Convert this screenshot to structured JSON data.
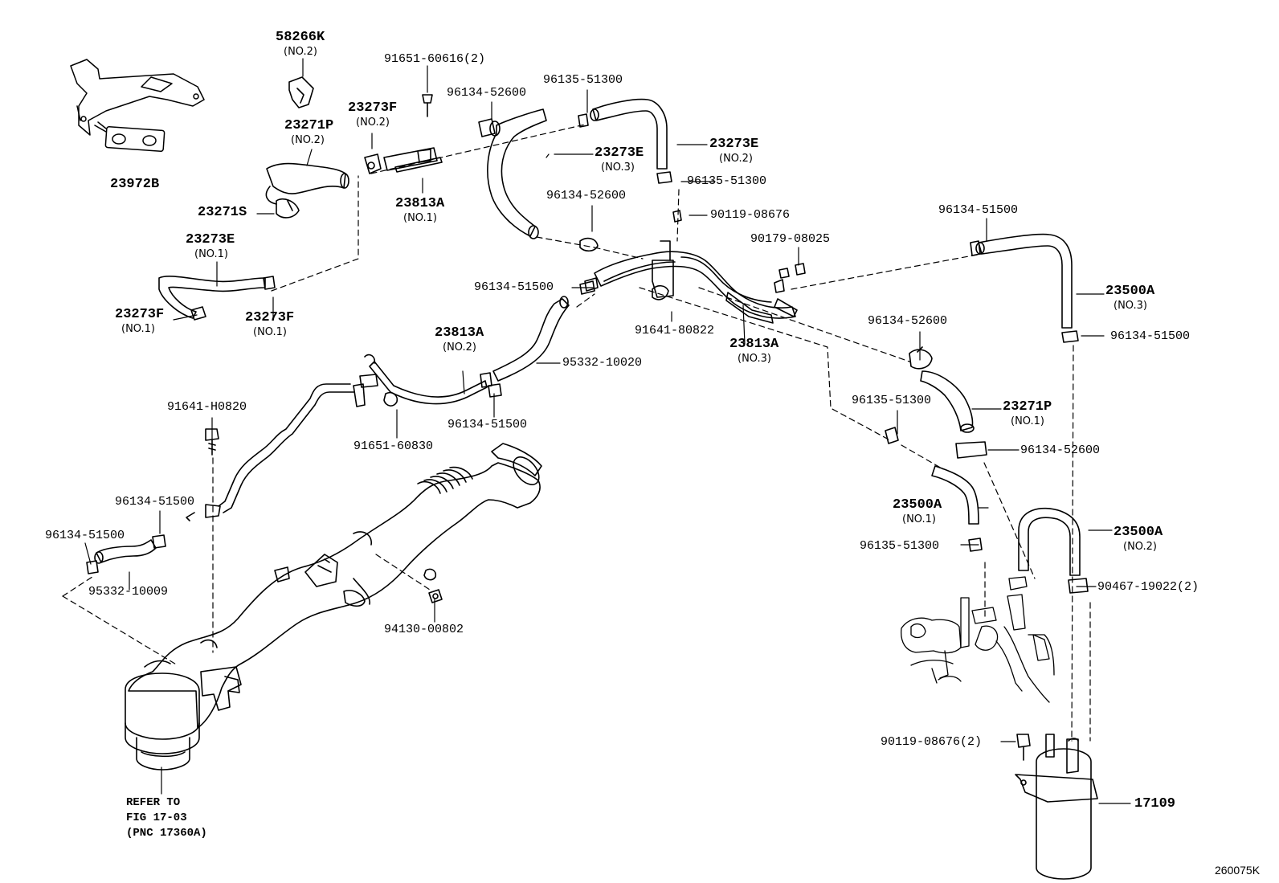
{
  "callouts": {
    "p58266K": "58266K",
    "p58266K_no": "(NO.2)",
    "p23972B": "23972B",
    "p91651_60616": "91651-60616(2)",
    "p23273F_no2": "23273F",
    "p23273F_no2_sub": "(NO.2)",
    "p23271P_no2": "23271P",
    "p23271P_no2_sub": "(NO.2)",
    "p96134_52600_a": "96134-52600",
    "p96135_51300_a": "96135-51300",
    "p23273E_no3": "23273E",
    "p23273E_no3_sub": "(NO.3)",
    "p23273E_no2": "23273E",
    "p23273E_no2_sub": "(NO.2)",
    "p96135_51300_b": "96135-51300",
    "p23813A_no1": "23813A",
    "p23813A_no1_sub": "(NO.1)",
    "p23271S": "23271S",
    "p96134_52600_b": "96134-52600",
    "p90119_08676": "90119-08676",
    "p96134_51500_a": "96134-51500",
    "p90179_08025": "90179-08025",
    "p23273E_no1": "23273E",
    "p23273E_no1_sub": "(NO.1)",
    "p96134_51500_b": "96134-51500",
    "p23500A_no3": "23500A",
    "p23500A_no3_sub": "(NO.3)",
    "p23273F_no1a": "23273F",
    "p23273F_no1a_sub": "(NO.1)",
    "p23273F_no1b": "23273F",
    "p23273F_no1b_sub": "(NO.1)",
    "p91641_80822": "91641-80822",
    "p96134_51500_c": "96134-51500",
    "p23813A_no3": "23813A",
    "p23813A_no3_sub": "(NO.3)",
    "p96134_52600_c": "96134-52600",
    "p23813A_no2": "23813A",
    "p23813A_no2_sub": "(NO.2)",
    "p95332_10020": "95332-10020",
    "p23271P_no1": "23271P",
    "p23271P_no1_sub": "(NO.1)",
    "p96135_51300_c": "96135-51300",
    "p91641_H0820": "91641-H0820",
    "p96134_51500_d": "96134-51500",
    "p91651_60830": "91651-60830",
    "p96134_52600_d": "96134-52600",
    "p23500A_no1": "23500A",
    "p23500A_no1_sub": "(NO.1)",
    "p96134_51500_e": "96134-51500",
    "p96134_51500_f": "96134-51500",
    "p23500A_no2": "23500A",
    "p23500A_no2_sub": "(NO.2)",
    "p96135_51300_d": "96135-51300",
    "p95332_10009": "95332-10009",
    "p94130_00802": "94130-00802",
    "p90467_19022": "90467-19022(2)",
    "p90119_08676_2": "90119-08676(2)",
    "p17109": "17109",
    "ref_line1": "REFER TO",
    "ref_line2": "FIG 17-03",
    "ref_line3": "(PNC 17360A)",
    "diagram_code": "260075K"
  }
}
